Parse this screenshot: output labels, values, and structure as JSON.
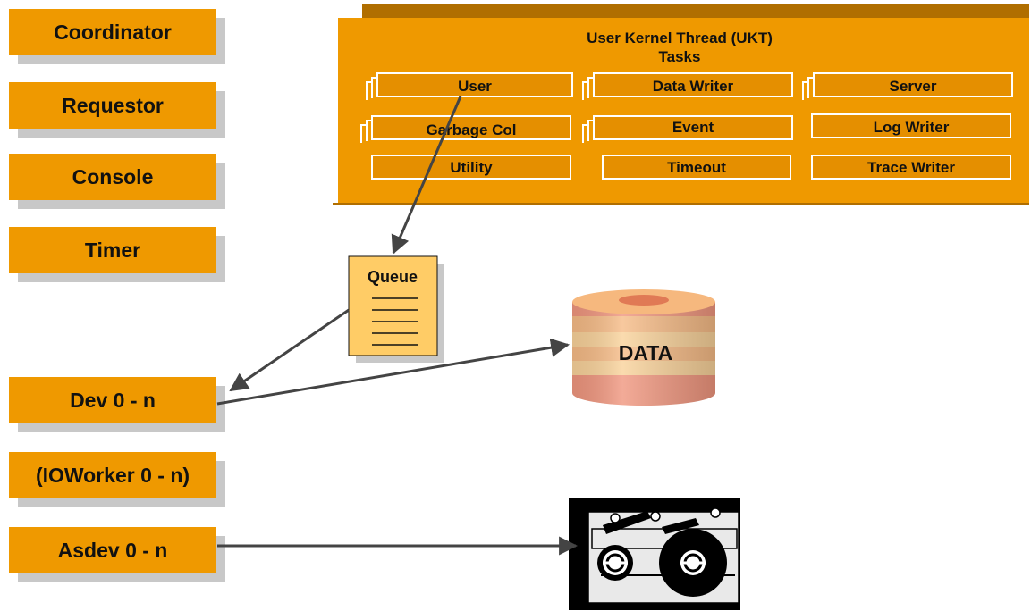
{
  "threads": {
    "coordinator": "Coordinator",
    "requestor": "Requestor",
    "console": "Console",
    "timer": "Timer",
    "dev": "Dev 0 - n",
    "ioworker": "(IOWorker 0 - n)",
    "asdev": "Asdev 0 - n"
  },
  "ukt": {
    "title_line1": "User Kernel Thread (UKT)",
    "title_line2": "Tasks",
    "tasks": {
      "user": "User",
      "data_writer": "Data Writer",
      "server": "Server",
      "garbage_col": "Garbage Col",
      "event": "Event",
      "log_writer": "Log Writer",
      "utility": "Utility",
      "timeout": "Timeout",
      "trace_writer": "Trace Writer"
    }
  },
  "queue": {
    "label": "Queue"
  },
  "data_volume": {
    "label": "DATA"
  },
  "colors": {
    "orange": "#ef9900",
    "task_fill": "#e58f00",
    "shadow": "#c8c8c8",
    "queue_fill": "#ffcc66",
    "arrow": "#444444"
  },
  "icons": {
    "tape_device": "tape-drive-icon"
  }
}
